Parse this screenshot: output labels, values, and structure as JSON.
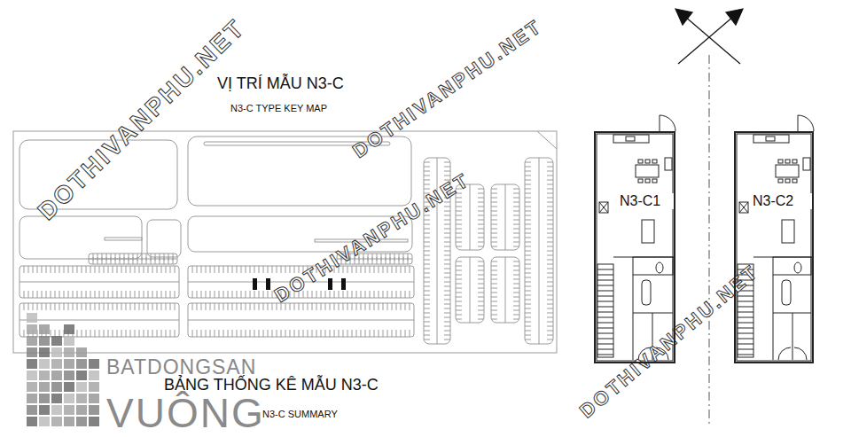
{
  "diagram": {
    "title": "VỊ TRÍ MẪU N3-C",
    "nodes": [
      {
        "text": [
          "N3-C1"
        ]
      },
      {
        "text": [
          "N3-C2"
        ]
      }
    ],
    "labels": [
      "N3-C TYPE KEY MAP",
      "BẢNG THỐNG KÊ MẪU N3-C",
      "N3-C SUMMARY",
      "DOTHIVANPHU.NET",
      "DOTHIVANPHU.NET",
      "DOTHIVANPHU.NET",
      "DOTHIVANPHU.NET",
      "BATDONGSAN",
      "VUÔNG"
    ]
  }
}
